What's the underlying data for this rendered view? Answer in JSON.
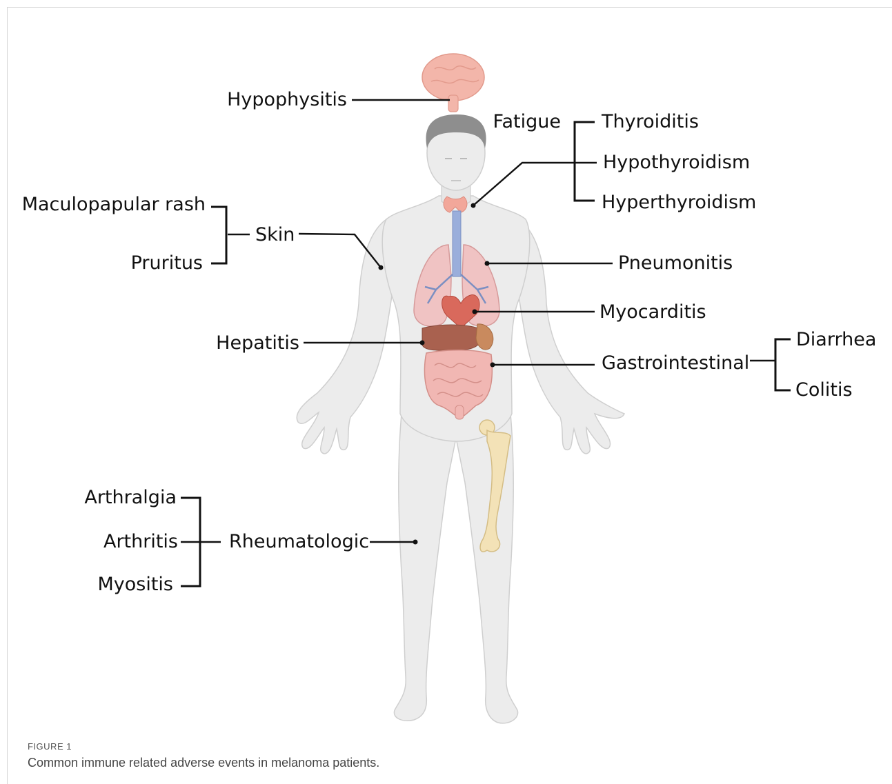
{
  "labels": {
    "hypophysitis": "Hypophysitis",
    "fatigue": "Fatigue",
    "thyroiditis": "Thyroiditis",
    "hypothyroidism": "Hypothyroidism",
    "hyperthyroidism": "Hyperthyroidism",
    "maculopapular_rash": "Maculopapular rash",
    "pruritus": "Pruritus",
    "skin": "Skin",
    "pneumonitis": "Pneumonitis",
    "myocarditis": "Myocarditis",
    "hepatitis": "Hepatitis",
    "gastrointestinal": "Gastrointestinal",
    "diarrhea": "Diarrhea",
    "colitis": "Colitis",
    "arthralgia": "Arthralgia",
    "arthritis": "Arthritis",
    "myositis": "Myositis",
    "rheumatologic": "Rheumatologic"
  },
  "caption": {
    "label": "FIGURE 1",
    "text": "Common immune related adverse events in melanoma patients."
  }
}
